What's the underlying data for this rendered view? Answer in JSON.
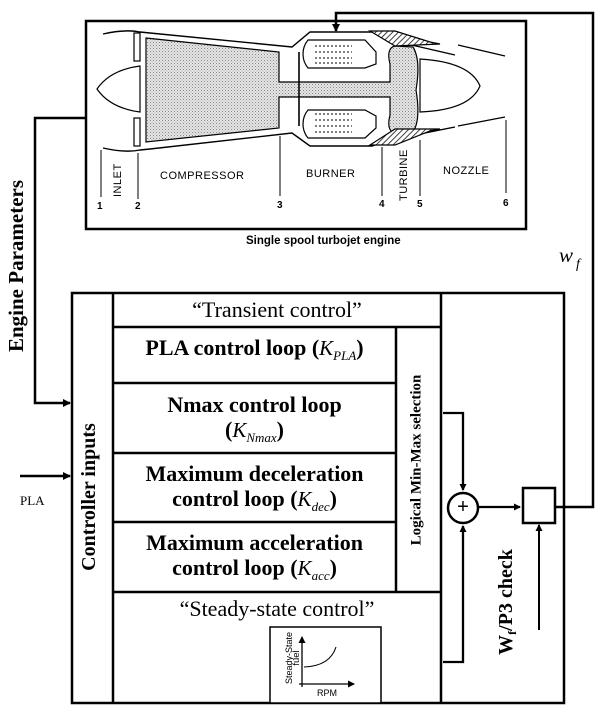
{
  "engine": {
    "caption": "Single spool turbojet engine",
    "sections": [
      "INLET",
      "COMPRESSOR",
      "BURNER",
      "TURBINE",
      "NOZZLE"
    ],
    "stations": [
      "1",
      "2",
      "3",
      "4",
      "5",
      "6"
    ]
  },
  "signals": {
    "engine_parameters": "Engine Parameters",
    "pla_input": "PLA",
    "fuel_flow": {
      "symbol": "w",
      "subscript": "f"
    }
  },
  "controller": {
    "inputs_label": "Controller inputs",
    "transient_label": "“Transient control”",
    "loops": [
      {
        "title": "PLA control loop (",
        "gain_symbol": "K",
        "gain_sub": "PLA",
        "close": ")"
      },
      {
        "title": "Nmax control loop",
        "line2_open": "(",
        "gain_symbol": "K",
        "gain_sub": "Nmax",
        "close": ")"
      },
      {
        "title": "Maximum deceleration",
        "line2": "control loop (",
        "gain_symbol": "K",
        "gain_sub": "dec",
        "close": ")"
      },
      {
        "title": "Maximum acceleration",
        "line2": "control loop (",
        "gain_symbol": "K",
        "gain_sub": "acc",
        "close": ")"
      }
    ],
    "selection_label": "Logical Min-Max selection",
    "steady_state_label": "“Steady-state control”",
    "schedule_plot": {
      "ylabel_line1": "Steady-State",
      "ylabel_line2": "fuel",
      "xlabel": "RPM"
    },
    "summing_symbol": "+",
    "check_label_pre": "W",
    "check_label_sub": "f",
    "check_label_post": "/P3 check"
  }
}
